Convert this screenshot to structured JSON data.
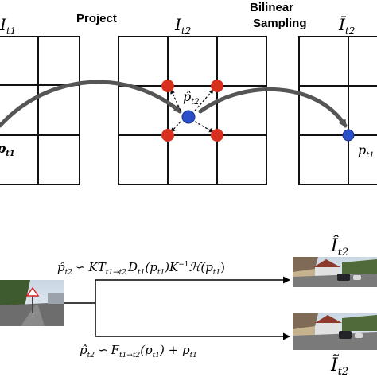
{
  "labels": {
    "project": "Project",
    "bilinear": [
      "Bilinear",
      "Sampling"
    ],
    "grid_left": "I",
    "grid_left_sub": "t1",
    "grid_mid": "I",
    "grid_mid_sub": "t2",
    "grid_right": "Ī",
    "grid_right_sub": "t2",
    "p_hat": "p̂",
    "p_hat_sub": "t2",
    "p_left": "p",
    "p_left_sub": "t1",
    "p_right": "p",
    "p_right_sub": "t1",
    "out_top": "Î",
    "out_top_sub": "t2",
    "out_bottom": "Ĩ",
    "out_bottom_sub": "t2"
  },
  "equations": {
    "top": {
      "lhs": "p̂",
      "lhs_sub": "t2",
      "rel": "∽",
      "k_t": "KT",
      "t_sub": "t1→t2",
      "d": "D",
      "d_sub": "t1",
      "p_arg": "(p",
      "p_arg_sub": "t1",
      "mid": ")K",
      "inv": "−1",
      "h": "ℋ(p",
      "h_sub": "t1",
      "end": ")"
    },
    "bottom": {
      "lhs": "p̂",
      "lhs_sub": "t2",
      "rel": "∽",
      "f": "F",
      "f_sub": "t1→t2",
      "arg": "(p",
      "arg_sub": "t1",
      "plus": ") + p",
      "plus_sub": "t1"
    }
  },
  "colors": {
    "neighbor_dot": "#d7301f",
    "sample_dot": "#2a4fc9",
    "arrow": "#555555",
    "grid": "#111111"
  },
  "icons": {
    "input_photo": "street-photo",
    "output_photo_top": "street-photo",
    "output_photo_bottom": "street-photo"
  }
}
